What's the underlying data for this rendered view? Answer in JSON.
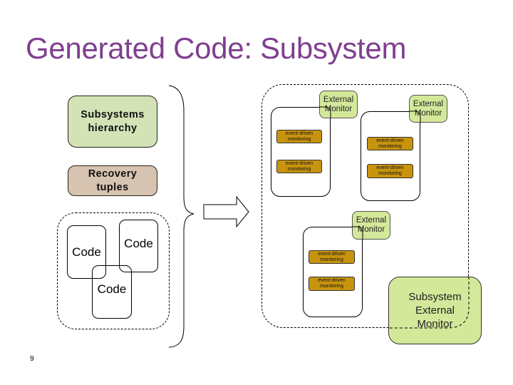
{
  "slide": {
    "title": "Generated Code: Subsystem",
    "page_number": "9"
  },
  "left": {
    "hierarchy_box": {
      "line1": "Subsystems",
      "line2": "hierarchy",
      "color": "#d3e3b6"
    },
    "recovery_box": {
      "line1": "Recovery",
      "line2": "tuples",
      "color": "#d7c4b0"
    },
    "code_boxes": [
      {
        "label": "Code"
      },
      {
        "label": "Code"
      },
      {
        "label": "Code"
      }
    ]
  },
  "connector": {
    "brace": "right-curly-brace",
    "arrow": "right-block-arrow"
  },
  "right": {
    "monitors": [
      {
        "external_monitor": {
          "line1": "External",
          "line2": "Monitor"
        },
        "event_boxes": [
          {
            "line1": "event-driven",
            "line2": "monitoring"
          },
          {
            "line1": "event-driven",
            "line2": "monitoring"
          }
        ]
      },
      {
        "external_monitor": {
          "line1": "External",
          "line2": "Monitor"
        },
        "event_boxes": [
          {
            "line1": "event-driven",
            "line2": "monitoring"
          },
          {
            "line1": "event-driven",
            "line2": "monitoring"
          }
        ]
      },
      {
        "external_monitor": {
          "line1": "External",
          "line2": "Monitor"
        },
        "event_boxes": [
          {
            "line1": "event-driven",
            "line2": "monitoring"
          },
          {
            "line1": "event-driven",
            "line2": "monitoring"
          }
        ]
      }
    ],
    "subsystem_external_monitor": {
      "line1": "Subsystem",
      "line2": "External",
      "line3": "Monitor"
    }
  },
  "colors": {
    "title": "#7f3f8f",
    "external_monitor": "#d4e89a",
    "event_driven": "#c8940e"
  }
}
